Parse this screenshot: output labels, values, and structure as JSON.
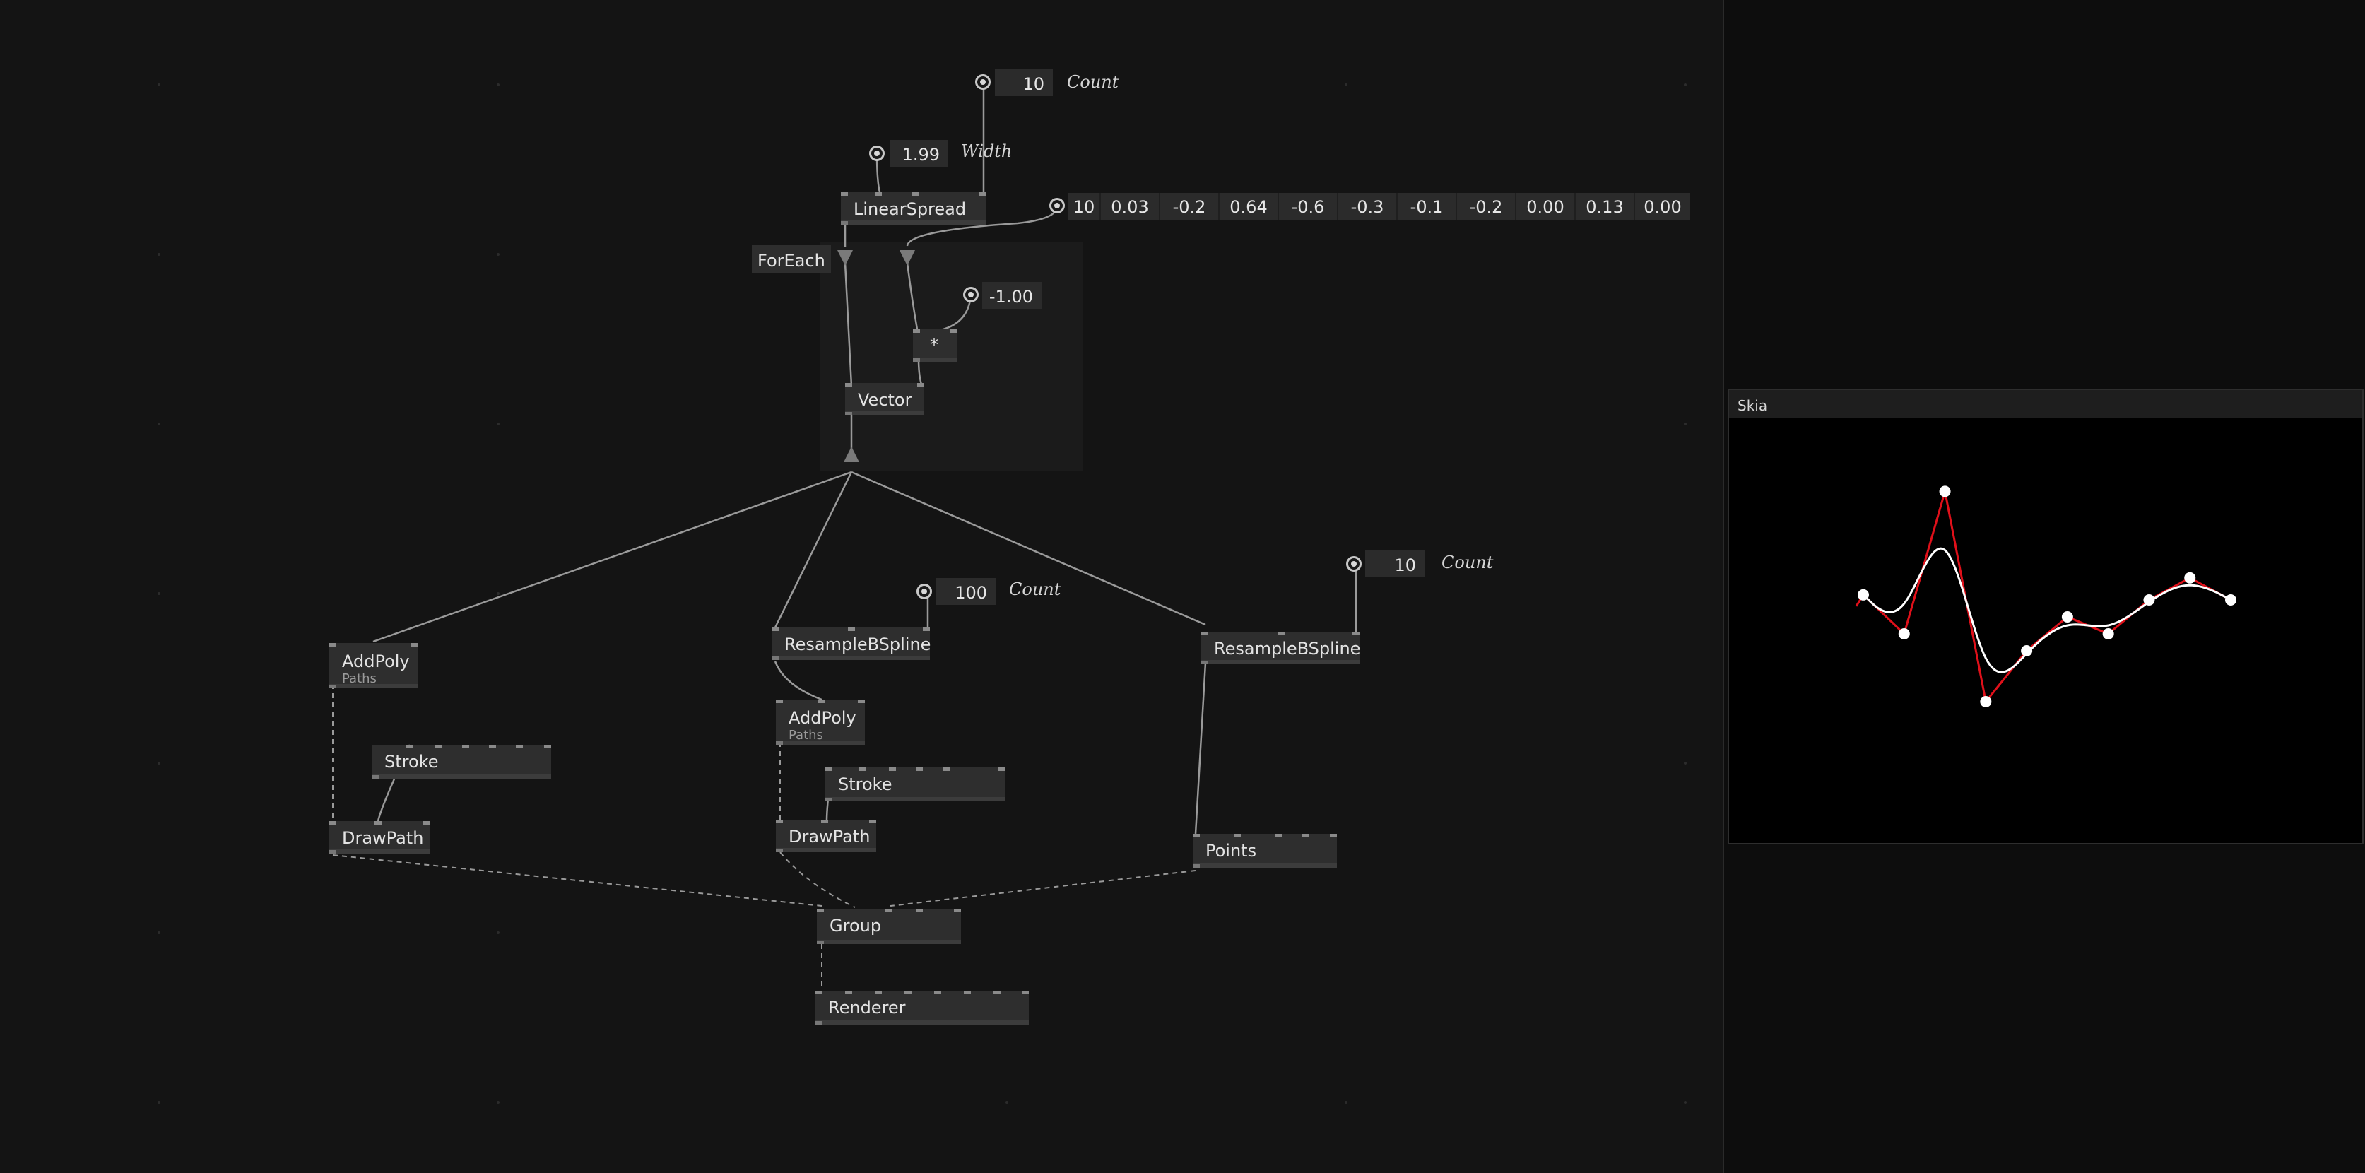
{
  "patch": {
    "foreach_label": "ForEach",
    "nodes": {
      "linear_spread": "LinearSpread",
      "multiply": "*",
      "vector": "Vector",
      "add_poly_1": "AddPoly",
      "add_poly_1_sub": "Paths",
      "stroke_1": "Stroke",
      "draw_path_1": "DrawPath",
      "resample_1": "ResampleBSpline",
      "add_poly_2": "AddPoly",
      "add_poly_2_sub": "Paths",
      "stroke_2": "Stroke",
      "draw_path_2": "DrawPath",
      "resample_2": "ResampleBSpline",
      "points": "Points",
      "group": "Group",
      "renderer": "Renderer"
    },
    "ioboxes": {
      "count_top": {
        "value": "10",
        "label": "Count"
      },
      "width": {
        "value": "1.99",
        "label": "Width"
      },
      "minus_one": {
        "value": "-1.00"
      },
      "count_100": {
        "value": "100",
        "label": "Count"
      },
      "count_right": {
        "value": "10",
        "label": "Count"
      }
    },
    "spread": [
      "10",
      "0.03",
      "-0.2",
      "0.64",
      "-0.6",
      "-0.3",
      "-0.1",
      "-0.2",
      "0.00",
      "0.13",
      "0.00"
    ]
  },
  "renderer_window": {
    "title": "Skia",
    "colors": {
      "background": "#000000",
      "polyline": "#e0101a",
      "spline": "#ffffff",
      "points": "#ffffff"
    },
    "y_values": [
      0.03,
      -0.2,
      0.64,
      -0.6,
      -0.3,
      -0.1,
      -0.2,
      0.0,
      0.13,
      0.0
    ]
  }
}
